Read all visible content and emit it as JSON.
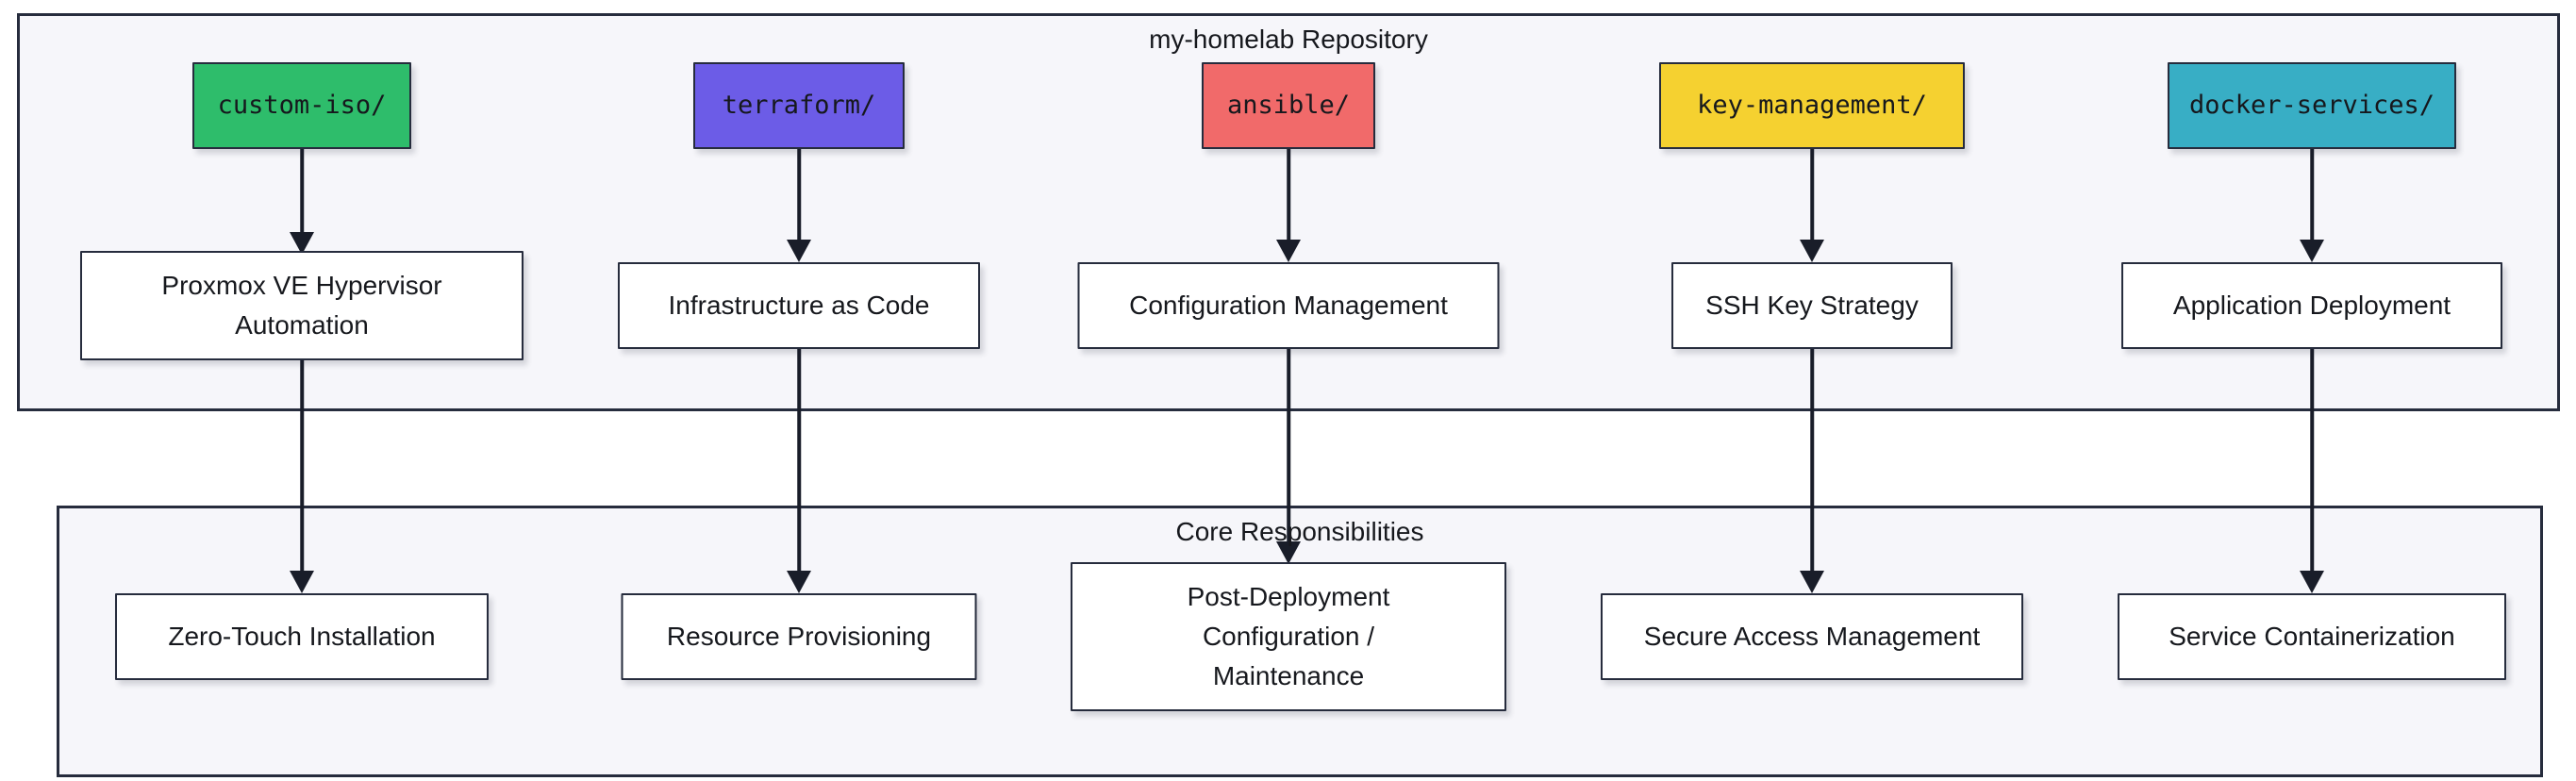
{
  "containers": {
    "repo": {
      "title": "my-homelab Repository"
    },
    "core": {
      "title": "Core Responsibilities"
    }
  },
  "columns": [
    {
      "dir_label": "custom-iso/",
      "dir_color": "#2ebd6b",
      "role_label": "Proxmox VE Hypervisor\nAutomation",
      "task_label": "Zero-Touch Installation"
    },
    {
      "dir_label": "terraform/",
      "dir_color": "#6c5ce7",
      "role_label": "Infrastructure as Code",
      "task_label": "Resource Provisioning"
    },
    {
      "dir_label": "ansible/",
      "dir_color": "#f16a6a",
      "role_label": "Configuration Management",
      "task_label": "Post-Deployment\nConfiguration /\nMaintenance"
    },
    {
      "dir_label": "key-management/",
      "dir_color": "#f5d130",
      "role_label": "SSH Key Strategy",
      "task_label": "Secure Access Management"
    },
    {
      "dir_label": "docker-services/",
      "dir_color": "#38aec5",
      "role_label": "Application Deployment",
      "task_label": "Service Containerization"
    }
  ]
}
